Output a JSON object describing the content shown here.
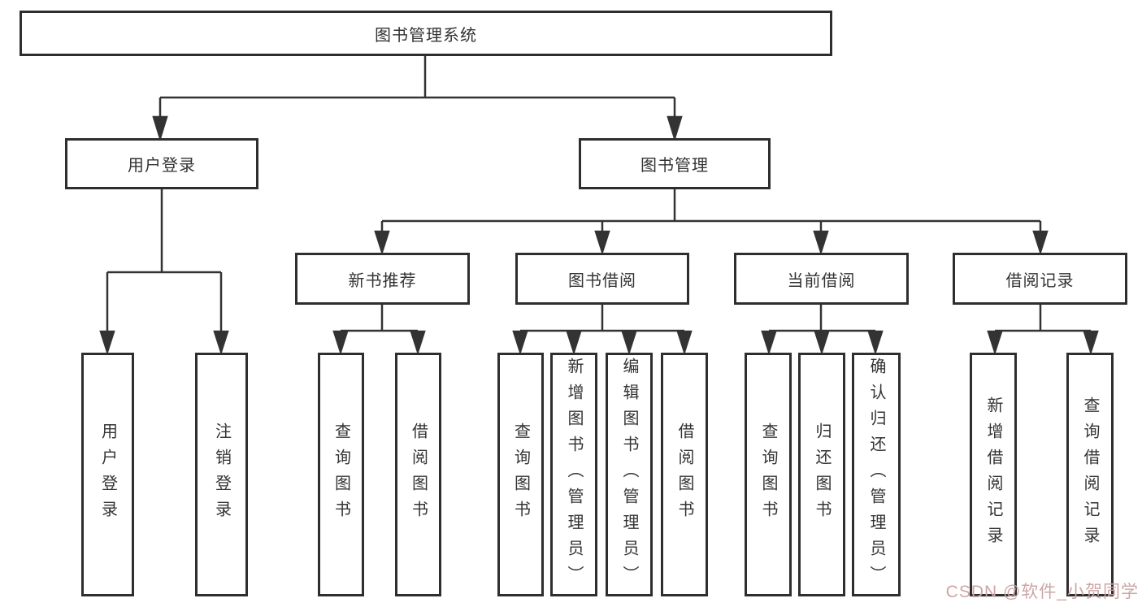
{
  "diagram": {
    "root": {
      "label": "图书管理系统"
    },
    "branches": [
      {
        "label": "用户登录",
        "children": [
          {
            "label": "用户登录"
          },
          {
            "label": "注销登录"
          }
        ]
      },
      {
        "label": "图书管理",
        "groups": [
          {
            "label": "新书推荐",
            "children": [
              {
                "label": "查询图书"
              },
              {
                "label": "借阅图书"
              }
            ]
          },
          {
            "label": "图书借阅",
            "children": [
              {
                "label": "查询图书"
              },
              {
                "label": "新增图书（管理员）"
              },
              {
                "label": "编辑图书（管理员）"
              },
              {
                "label": "借阅图书"
              }
            ]
          },
          {
            "label": "当前借阅",
            "children": [
              {
                "label": "查询图书"
              },
              {
                "label": "归还图书"
              },
              {
                "label": "确认归还（管理员）"
              }
            ]
          },
          {
            "label": "借阅记录",
            "children": [
              {
                "label": "新增借阅记录"
              },
              {
                "label": "查询借阅记录"
              }
            ]
          }
        ]
      }
    ]
  },
  "watermark": {
    "text": "CSDN @软件_小贺同学",
    "color": "#cda6a6"
  },
  "colors": {
    "line": "#333333",
    "box_border": "#2e2e2e",
    "background": "#ffffff",
    "text": "#333333"
  }
}
